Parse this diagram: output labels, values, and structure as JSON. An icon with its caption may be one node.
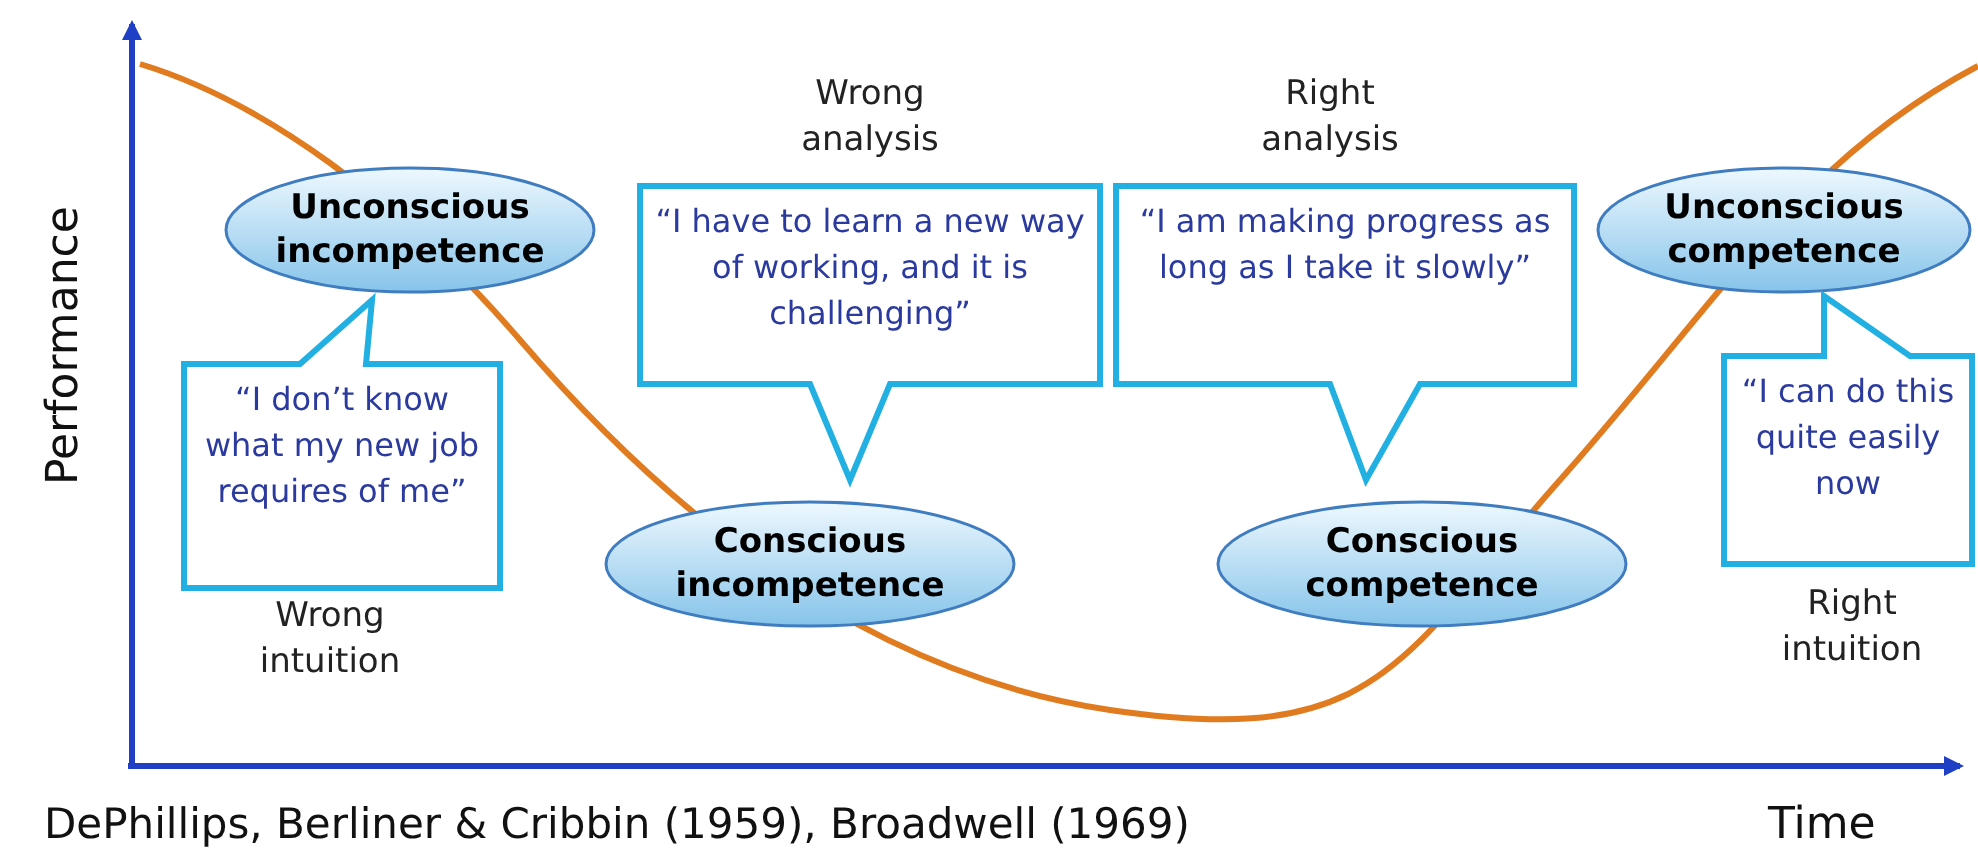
{
  "diagram": {
    "caption": "DePhillips, Berliner & Cribbin (1959), Broadwell (1969)",
    "nodes": [
      {
        "text": [
          "Unconscious incompetence"
        ]
      },
      {
        "text": [
          "“I don’t know what my new job requires of me”"
        ],
        "beside": [
          "Wrong intuition"
        ]
      },
      {
        "text": [
          "“I have to learn a new way of working, and it is challenging”"
        ],
        "beside": [
          "Wrong analysis"
        ]
      },
      {
        "text": [
          "Conscious incompetence"
        ]
      },
      {
        "text": [
          "“I am making progress as long as I take it slowly”"
        ],
        "beside": [
          "Right analysis"
        ]
      },
      {
        "text": [
          "Conscious competence"
        ]
      },
      {
        "text": [
          "Unconscious competence"
        ]
      },
      {
        "text": [
          "“I can do this quite easily now"
        ],
        "beside": [
          "Right intuition"
        ]
      }
    ],
    "labels": [
      "Performance",
      "Time"
    ]
  }
}
